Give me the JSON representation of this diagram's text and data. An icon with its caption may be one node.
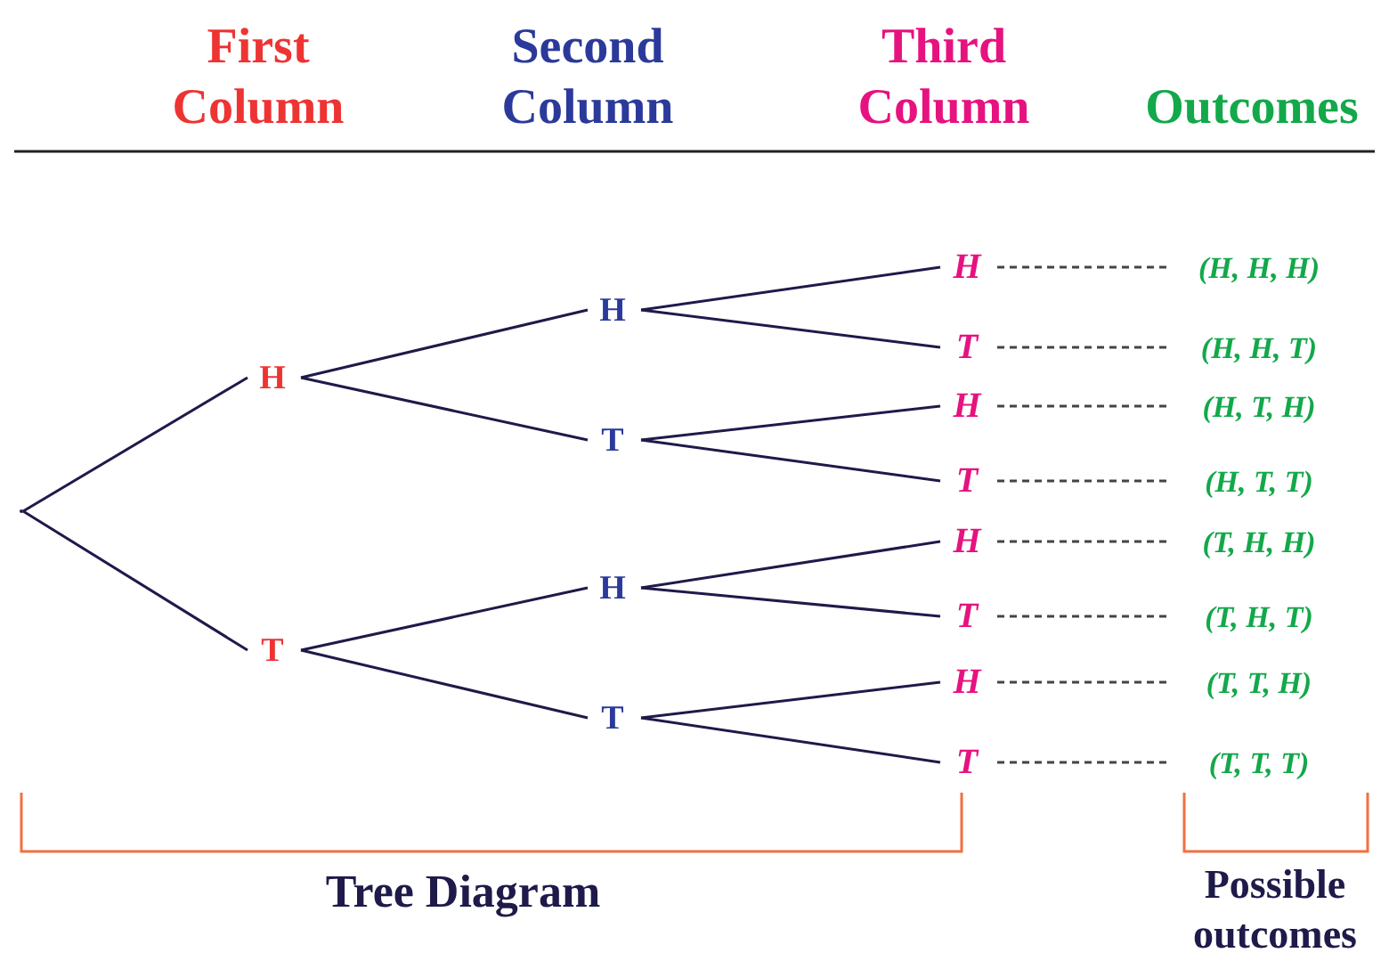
{
  "diagram": {
    "nodes": [
      {
        "text": [],
        "shape": "point"
      },
      {
        "text": [
          "H"
        ]
      },
      {
        "text": [
          "T"
        ]
      },
      {
        "text": [
          "H"
        ]
      },
      {
        "text": [
          "T"
        ]
      },
      {
        "text": [
          "H"
        ]
      },
      {
        "text": [
          "T"
        ]
      },
      {
        "text": [
          "H"
        ]
      },
      {
        "text": [
          "T"
        ]
      },
      {
        "text": [
          "H"
        ]
      },
      {
        "text": [
          "T"
        ]
      },
      {
        "text": [
          "H"
        ]
      },
      {
        "text": [
          "T"
        ]
      },
      {
        "text": [
          "H"
        ]
      },
      {
        "text": [
          "T"
        ]
      },
      {
        "text": [
          "(H, H, H)"
        ]
      },
      {
        "text": [
          "(H, H, T)"
        ]
      },
      {
        "text": [
          "(H, T, H)"
        ]
      },
      {
        "text": [
          "(H, T, T)"
        ]
      },
      {
        "text": [
          "(T, H, H)"
        ]
      },
      {
        "text": [
          "(T, H, T)"
        ]
      },
      {
        "text": [
          "(T, T, H)"
        ]
      },
      {
        "text": [
          "(T, T, T)"
        ]
      }
    ],
    "edges": [
      {
        "from": 0,
        "to": 1,
        "arrow": "none"
      },
      {
        "from": 0,
        "to": 2,
        "arrow": "none"
      },
      {
        "from": 1,
        "to": 3,
        "arrow": "none"
      },
      {
        "from": 1,
        "to": 4,
        "arrow": "none"
      },
      {
        "from": 2,
        "to": 5,
        "arrow": "none"
      },
      {
        "from": 2,
        "to": 6,
        "arrow": "none"
      },
      {
        "from": 3,
        "to": 7,
        "arrow": "none"
      },
      {
        "from": 3,
        "to": 8,
        "arrow": "none"
      },
      {
        "from": 4,
        "to": 9,
        "arrow": "none"
      },
      {
        "from": 4,
        "to": 10,
        "arrow": "none"
      },
      {
        "from": 5,
        "to": 11,
        "arrow": "none"
      },
      {
        "from": 5,
        "to": 12,
        "arrow": "none"
      },
      {
        "from": 6,
        "to": 13,
        "arrow": "none"
      },
      {
        "from": 6,
        "to": 14,
        "arrow": "none"
      },
      {
        "from": 7,
        "to": 15,
        "arrow": "none",
        "style": "dashed",
        "color": "#444444"
      },
      {
        "from": 8,
        "to": 16,
        "arrow": "none",
        "style": "dashed",
        "color": "#444444"
      },
      {
        "from": 9,
        "to": 17,
        "arrow": "none",
        "style": "dashed",
        "color": "#444444"
      },
      {
        "from": 10,
        "to": 18,
        "arrow": "none",
        "style": "dashed",
        "color": "#444444"
      },
      {
        "from": 11,
        "to": 19,
        "arrow": "none",
        "style": "dashed",
        "color": "#444444"
      },
      {
        "from": 12,
        "to": 20,
        "arrow": "none",
        "style": "dashed",
        "color": "#444444"
      },
      {
        "from": 13,
        "to": 21,
        "arrow": "none",
        "style": "dashed",
        "color": "#444444"
      },
      {
        "from": 14,
        "to": 22,
        "arrow": "none",
        "style": "dashed",
        "color": "#444444"
      }
    ],
    "labels": [
      "First Column",
      "Second Column",
      "Third Column",
      "Outcomes",
      "Tree Diagram",
      "Possible outcomes"
    ]
  }
}
